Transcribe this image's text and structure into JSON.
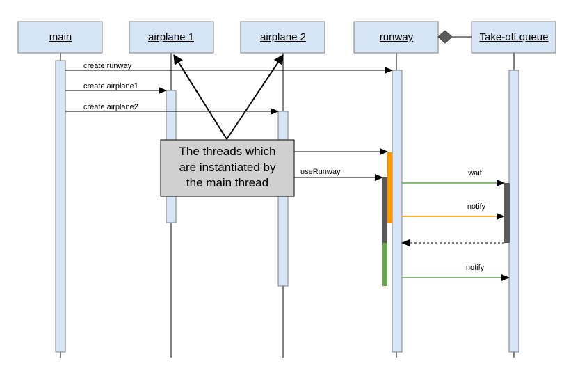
{
  "objects": [
    {
      "label": "main"
    },
    {
      "label": "airplane 1"
    },
    {
      "label": "airplane 2"
    },
    {
      "label": "runway"
    },
    {
      "label": "Take-off queue"
    }
  ],
  "messages": {
    "create_runway": "create runway",
    "create_airplane1": "create airplane1",
    "create_airplane2": "create airplane2",
    "use_runway": "useRunway",
    "wait": "wait",
    "notify_1": "notify",
    "notify_2": "notify"
  },
  "note": {
    "lines": [
      "The threads which",
      "are instantiated by",
      "the main thread"
    ]
  },
  "colors": {
    "object_fill": "#d6e6f6",
    "activation_fill": "#d6e6f6",
    "note_fill": "#d0d0d0",
    "orange": "#ff9900",
    "green": "#6aa84f",
    "dark": "#595959"
  }
}
